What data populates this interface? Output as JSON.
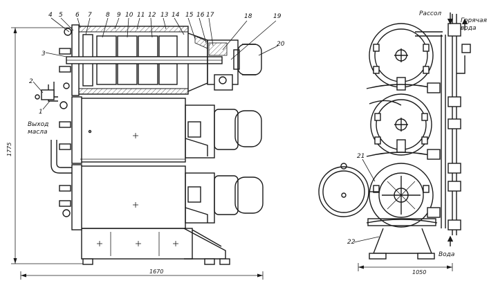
{
  "callouts": [
    "4",
    "5",
    "6",
    "7",
    "8",
    "9",
    "10",
    "11",
    "12",
    "13",
    "14",
    "15",
    "16",
    "17",
    "18",
    "19",
    "20",
    "3",
    "2",
    "1",
    "21",
    "22"
  ],
  "labels": {
    "oil_outlet_line1": "Выход",
    "oil_outlet_line2": "масла",
    "brine": "Рассол",
    "hot_water_line1": "Горячая",
    "hot_water_line2": "вода",
    "water": "Вода"
  },
  "dimensions": {
    "height": "1775",
    "length": "1670",
    "width": "1050"
  }
}
